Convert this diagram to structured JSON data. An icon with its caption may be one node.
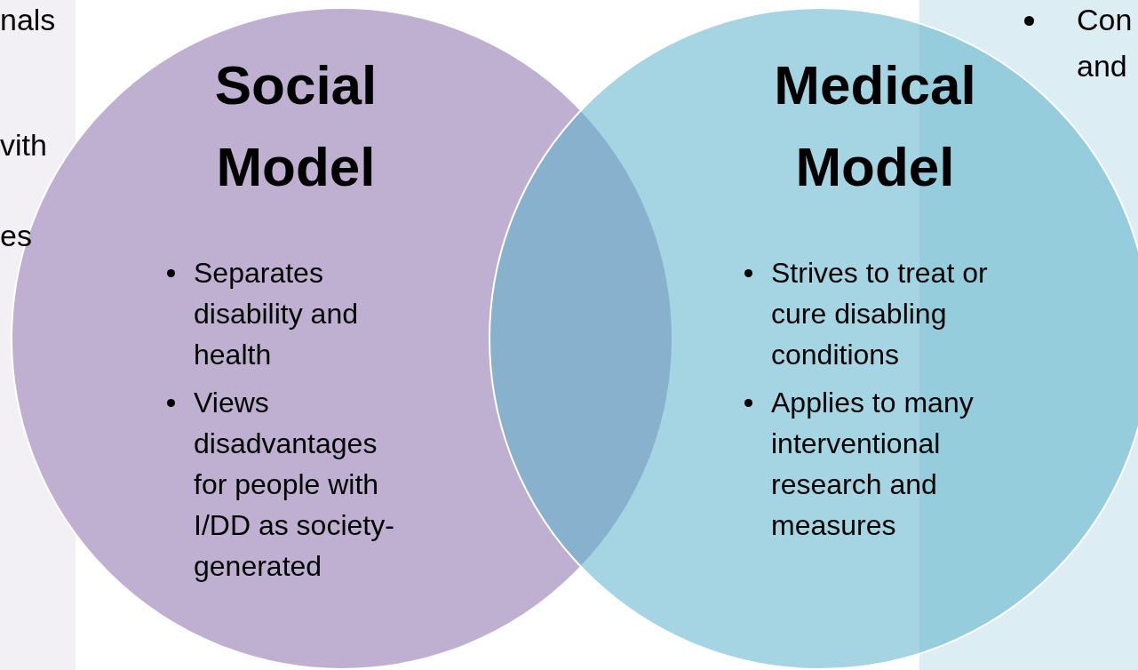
{
  "diagram": {
    "nodes": [
      {
        "text": [
          "Social Model",
          "Separates disability and health",
          "Views disadvantages for people with I/DD as society-generated"
        ]
      },
      {
        "text": [
          "Medical Model",
          "Strives to treat or cure disabling conditions",
          "Applies to many interventional research and measures"
        ]
      }
    ],
    "labels": [
      "nals",
      "vith",
      "es",
      "Con",
      "and"
    ]
  }
}
